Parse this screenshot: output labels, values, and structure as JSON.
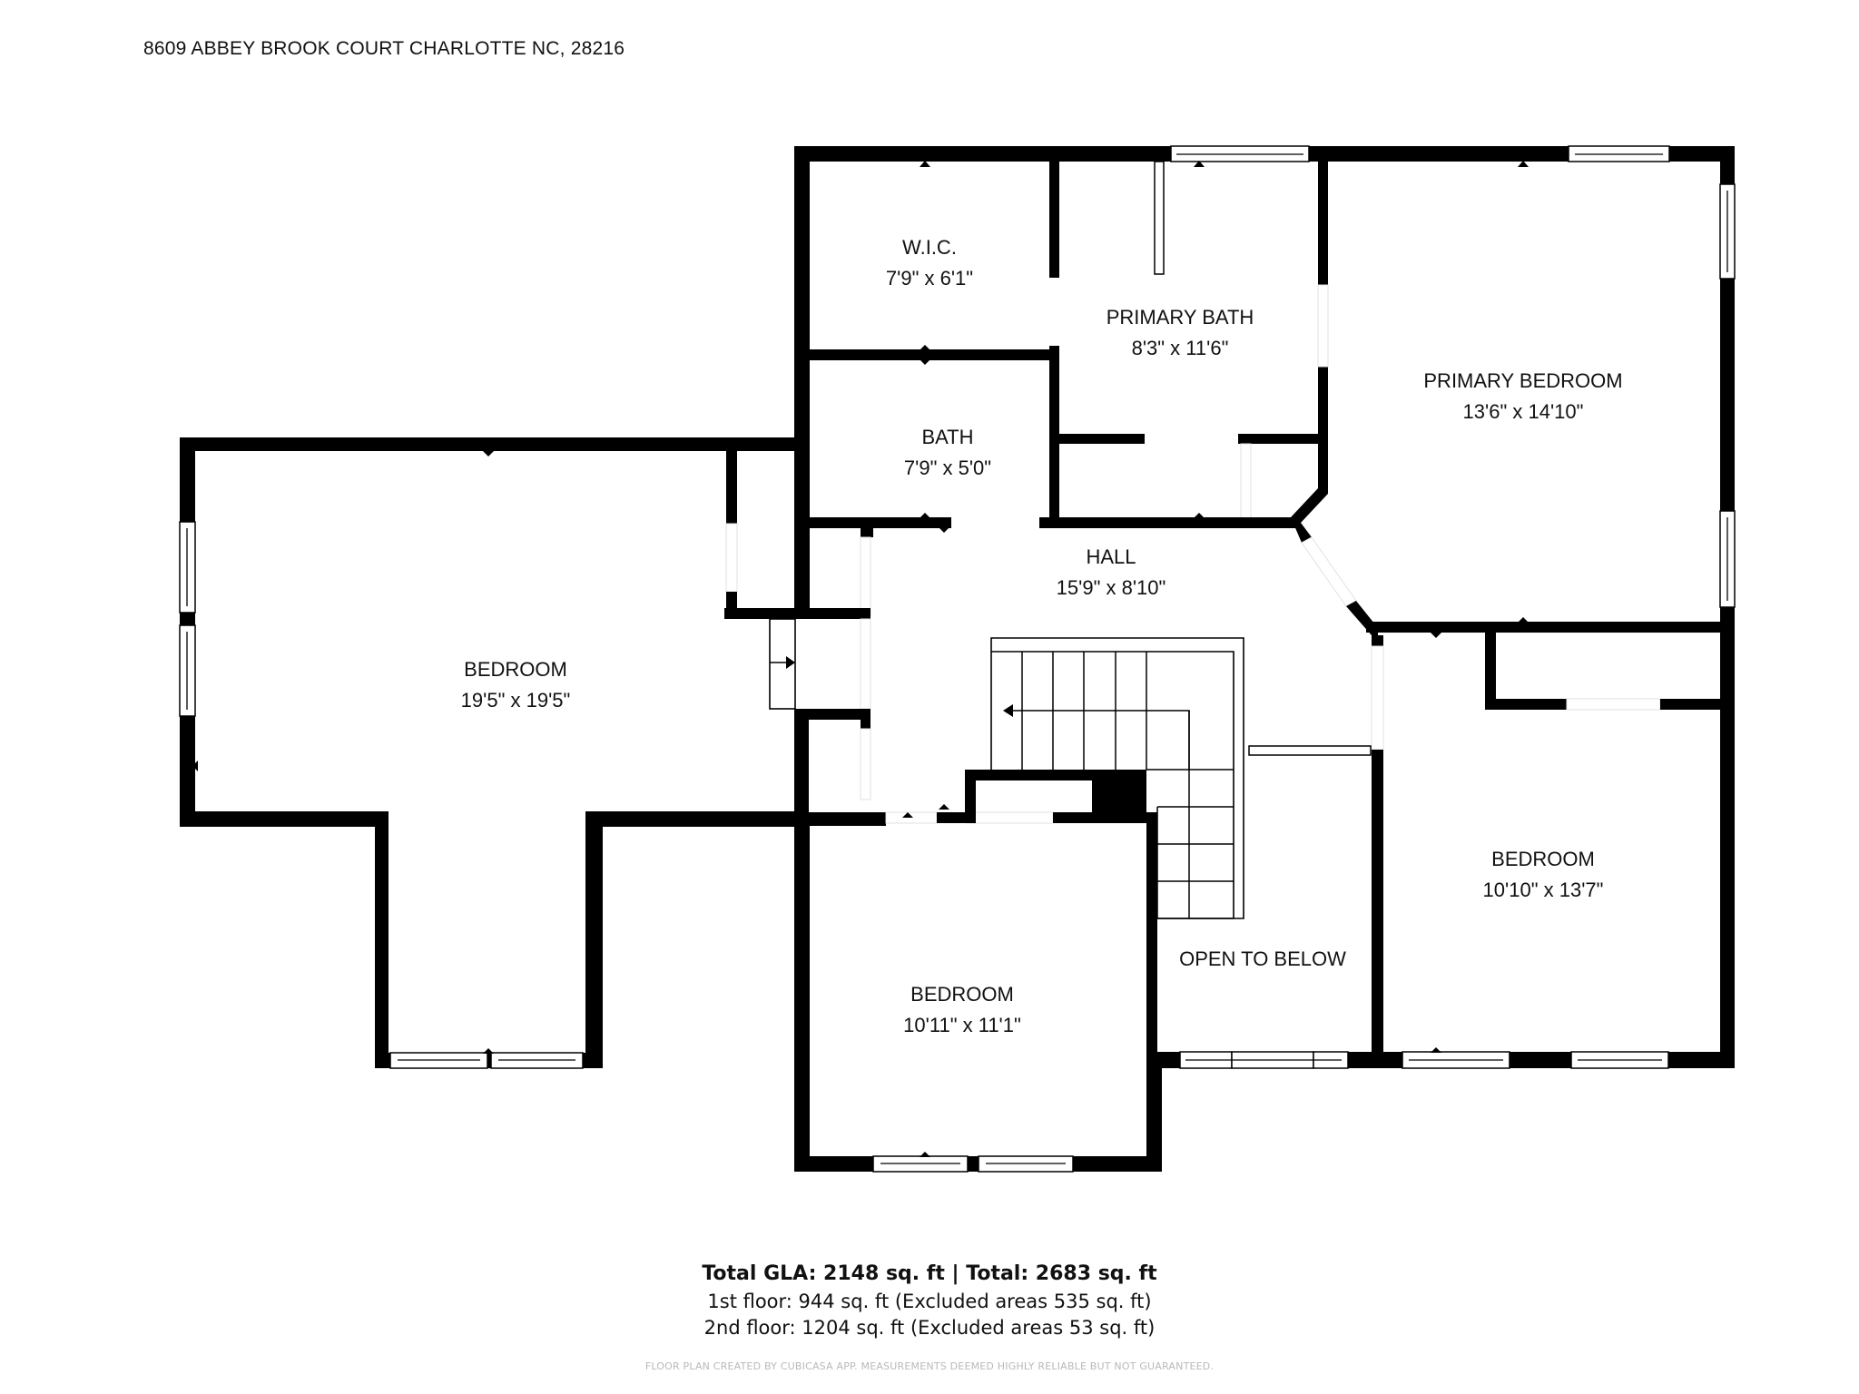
{
  "header": {
    "address": "8609 ABBEY BROOK COURT CHARLOTTE NC, 28216"
  },
  "rooms": [
    {
      "name": "W.I.C.",
      "dims": "7'9\" x 6'1\""
    },
    {
      "name": "PRIMARY BATH",
      "dims": "8'3\" x 11'6\""
    },
    {
      "name": "PRIMARY BEDROOM",
      "dims": "13'6\" x 14'10\""
    },
    {
      "name": "BATH",
      "dims": "7'9\" x 5'0\""
    },
    {
      "name": "HALL",
      "dims": "15'9\" x 8'10\""
    },
    {
      "name": "BEDROOM",
      "dims": "19'5\" x 19'5\""
    },
    {
      "name": "BEDROOM",
      "dims": "10'10\" x 13'7\""
    },
    {
      "name": "BEDROOM",
      "dims": "10'11\" x 11'1\""
    },
    {
      "name": "OPEN TO BELOW",
      "dims": ""
    }
  ],
  "footer": {
    "total": "Total GLA: 2148 sq. ft | Total: 2683 sq. ft",
    "floor1": "1st floor: 944 sq. ft (Excluded areas 535 sq. ft)",
    "floor2": "2nd floor: 1204 sq. ft (Excluded areas 53 sq. ft)",
    "credit": "FLOOR PLAN CREATED BY CUBICASA APP. MEASUREMENTS DEEMED HIGHLY RELIABLE BUT NOT GUARANTEED."
  },
  "colors": {
    "wall": "#000000",
    "background": "#ffffff",
    "credit_text": "#b9b9b9"
  }
}
